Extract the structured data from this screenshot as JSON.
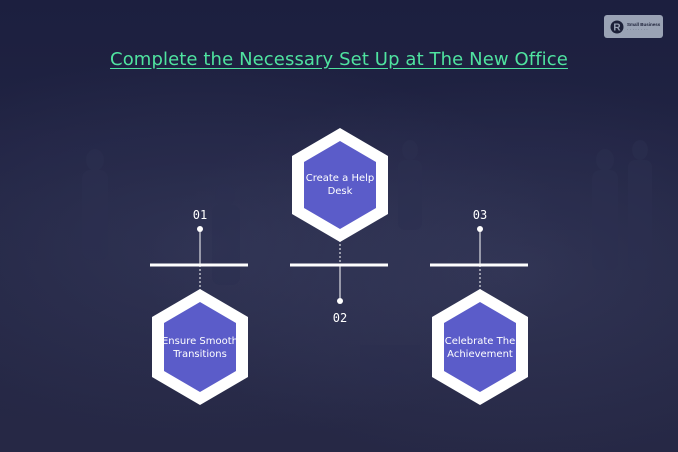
{
  "title": "Complete the Necessary Set Up at The New Office",
  "logo": {
    "text_line1": "Small Business",
    "text_line2": "· · · · · · · ·"
  },
  "steps": [
    {
      "number": "01",
      "label": "Ensure Smooth Transitions"
    },
    {
      "number": "02",
      "label": "Create a Help Desk"
    },
    {
      "number": "03",
      "label": "Celebrate The Achievement"
    }
  ],
  "colors": {
    "title": "#4fe3a0",
    "hexagon_fill": "#5b5cc9",
    "hexagon_border": "#ffffff",
    "background": "#222544"
  }
}
